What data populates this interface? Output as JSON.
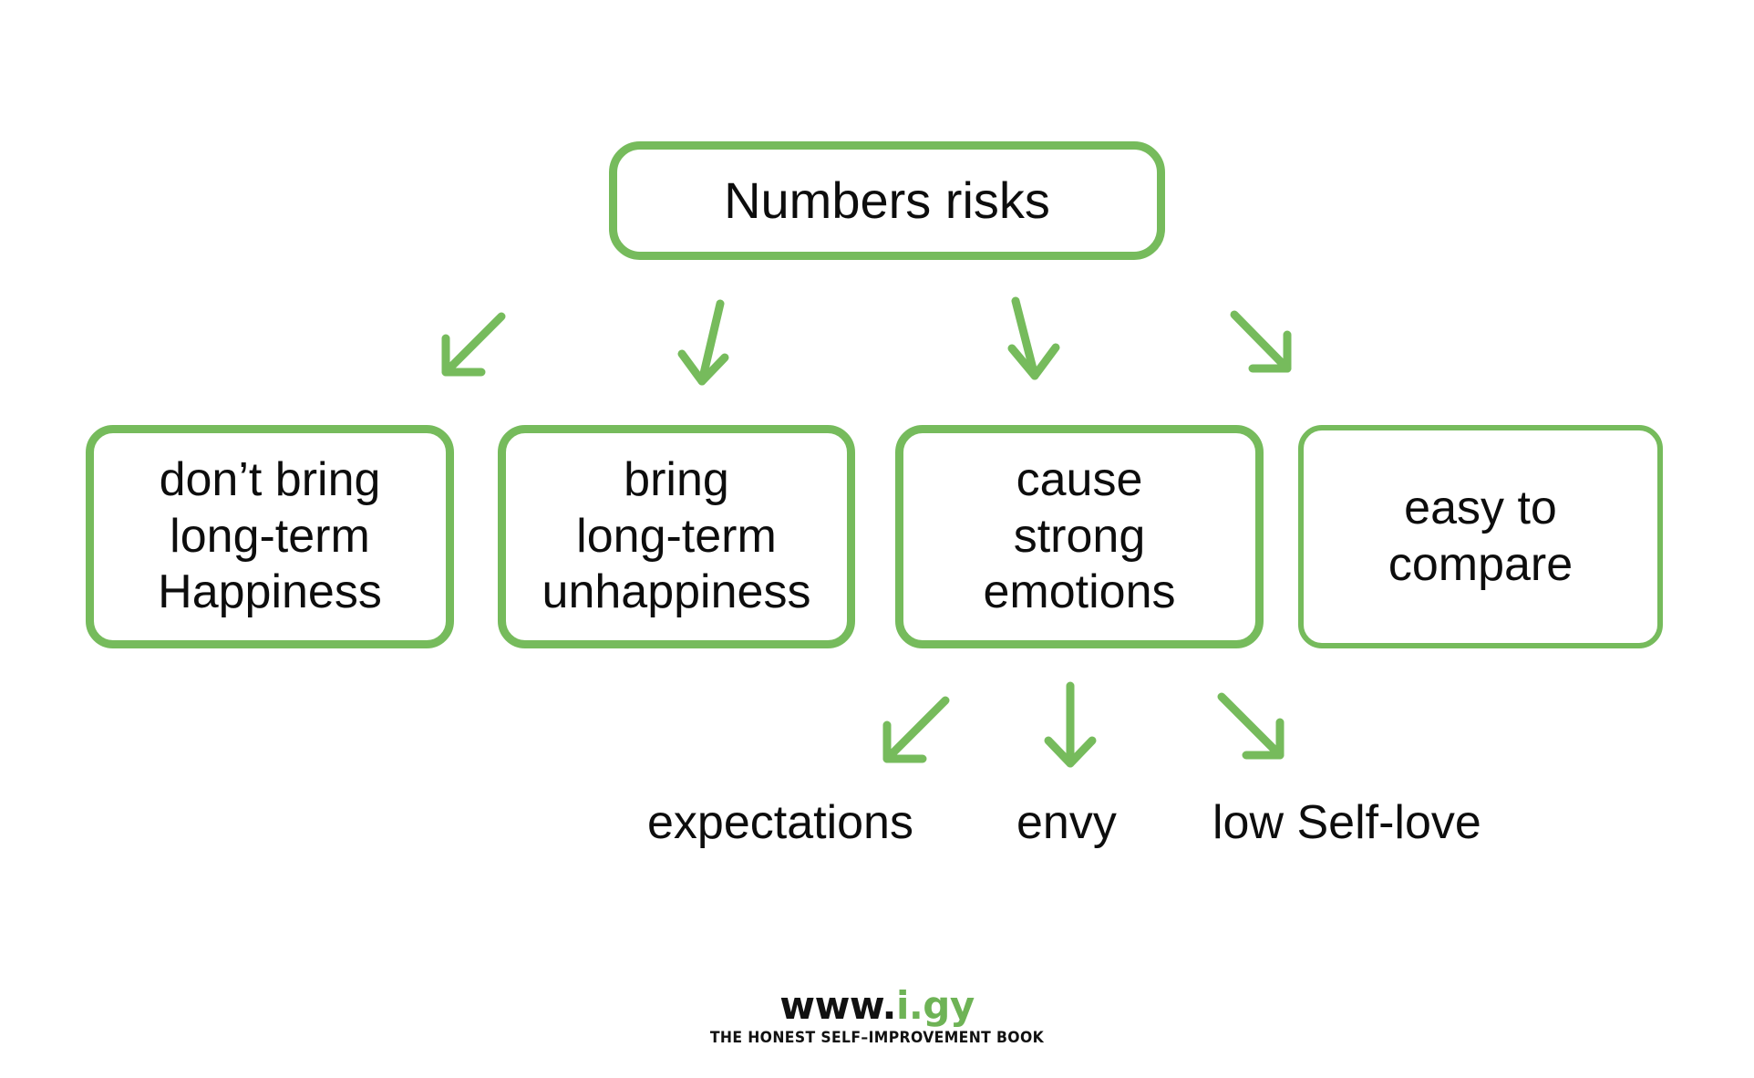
{
  "diagram": {
    "root": {
      "label": "Numbers risks"
    },
    "level2": [
      {
        "label": "don’t bring\nlong-term\nHappiness"
      },
      {
        "label": "bring\nlong-term\nunhappiness"
      },
      {
        "label": "cause\nstrong\nemotions"
      },
      {
        "label": "easy to\ncompare"
      }
    ],
    "level3": [
      {
        "label": "expectations"
      },
      {
        "label": "envy"
      },
      {
        "label": "low Self-love"
      }
    ],
    "colors": {
      "accent_green": "#76bb5c",
      "text": "#0d0d0d",
      "background": "#ffffff"
    }
  },
  "footer": {
    "url_black": "www.",
    "url_green": "i.gy",
    "tagline": "THE HONEST SELF–IMPROVEMENT BOOK"
  }
}
